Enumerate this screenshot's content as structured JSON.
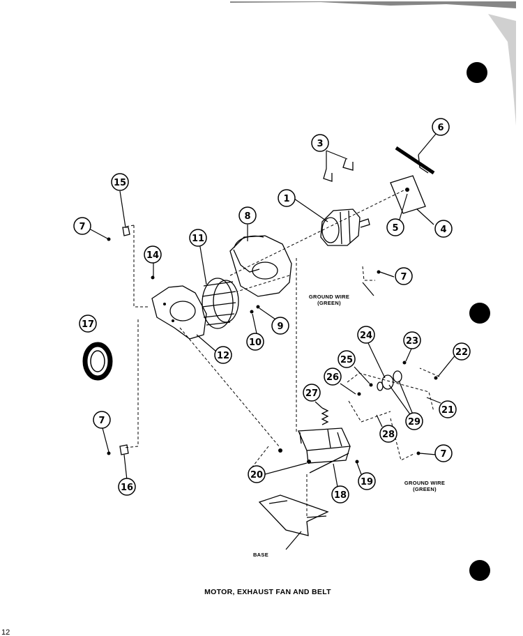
{
  "page": {
    "caption": "MOTOR, EXHAUST FAN AND BELT",
    "page_number": "12"
  },
  "notes": {
    "ground_wire_1": [
      "GROUND WIRE",
      "(GREEN)"
    ],
    "ground_wire_2": [
      "GROUND WIRE",
      "(GREEN)"
    ],
    "base": "BASE"
  },
  "callouts": [
    {
      "id": "c1",
      "label": "1"
    },
    {
      "id": "c3",
      "label": "3"
    },
    {
      "id": "c4",
      "label": "4"
    },
    {
      "id": "c5",
      "label": "5"
    },
    {
      "id": "c6",
      "label": "6"
    },
    {
      "id": "c7a",
      "label": "7"
    },
    {
      "id": "c7b",
      "label": "7"
    },
    {
      "id": "c7c",
      "label": "7"
    },
    {
      "id": "c7d",
      "label": "7"
    },
    {
      "id": "c8",
      "label": "8"
    },
    {
      "id": "c9",
      "label": "9"
    },
    {
      "id": "c10",
      "label": "10"
    },
    {
      "id": "c11",
      "label": "11"
    },
    {
      "id": "c12",
      "label": "12"
    },
    {
      "id": "c14",
      "label": "14"
    },
    {
      "id": "c15",
      "label": "15"
    },
    {
      "id": "c16",
      "label": "16"
    },
    {
      "id": "c17",
      "label": "17"
    },
    {
      "id": "c18",
      "label": "18"
    },
    {
      "id": "c19",
      "label": "19"
    },
    {
      "id": "c20",
      "label": "20"
    },
    {
      "id": "c21",
      "label": "21"
    },
    {
      "id": "c22",
      "label": "22"
    },
    {
      "id": "c23",
      "label": "23"
    },
    {
      "id": "c24",
      "label": "24"
    },
    {
      "id": "c25",
      "label": "25"
    },
    {
      "id": "c26",
      "label": "26"
    },
    {
      "id": "c27",
      "label": "27"
    },
    {
      "id": "c28",
      "label": "28"
    },
    {
      "id": "c29",
      "label": "29"
    }
  ]
}
